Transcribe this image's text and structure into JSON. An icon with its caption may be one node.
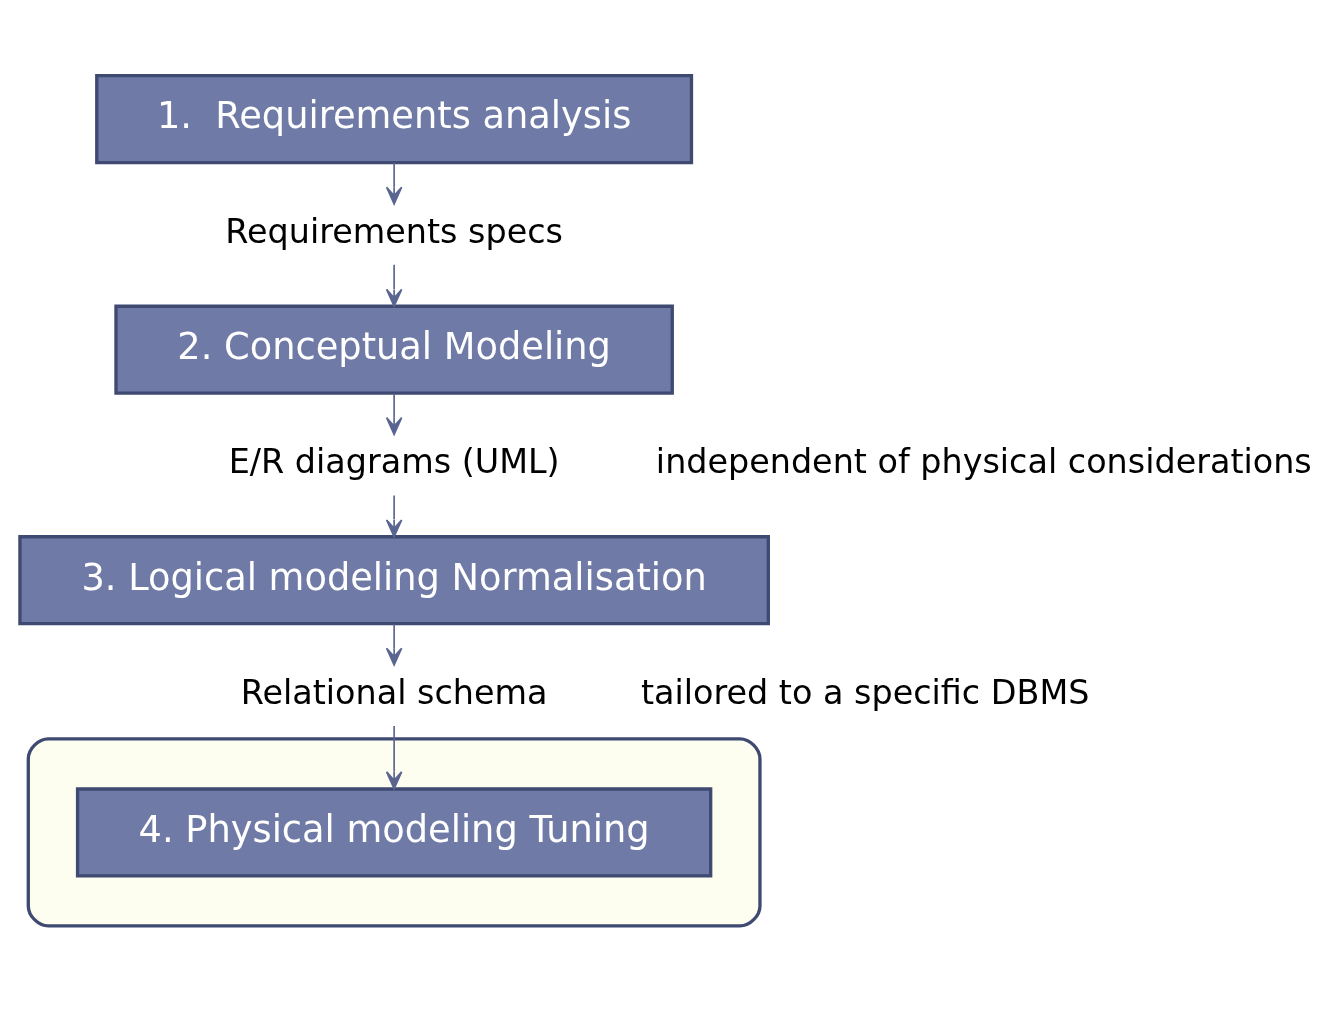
{
  "diagram": {
    "nodes": [
      {
        "text": [
          "1.  Requirements analysis"
        ]
      },
      {
        "text": [
          "Requirements specs"
        ]
      },
      {
        "text": [
          "2. Conceptual Modeling"
        ]
      },
      {
        "text": [
          "E/R diagrams (UML)"
        ]
      },
      {
        "text": [
          "3. Logical modeling Normalisation"
        ]
      },
      {
        "text": [
          "Relational schema"
        ]
      },
      {
        "text": [],
        "shape": "ellipse"
      },
      {
        "text": [
          "4. Physical modeling Tuning"
        ],
        "in": 6
      }
    ],
    "edges": [
      {
        "from": 0,
        "to": 1,
        "arrow": "to"
      },
      {
        "from": 1,
        "to": 2,
        "arrow": "to"
      },
      {
        "from": 2,
        "to": 3,
        "arrow": "to"
      },
      {
        "from": 3,
        "to": 4,
        "arrow": "to"
      },
      {
        "from": 4,
        "to": 5,
        "arrow": "to"
      },
      {
        "from": 5,
        "to": 7,
        "arrow": "to"
      }
    ],
    "labels": [
      "independent of physical considerations",
      "tailored to a specific DBMS"
    ]
  }
}
